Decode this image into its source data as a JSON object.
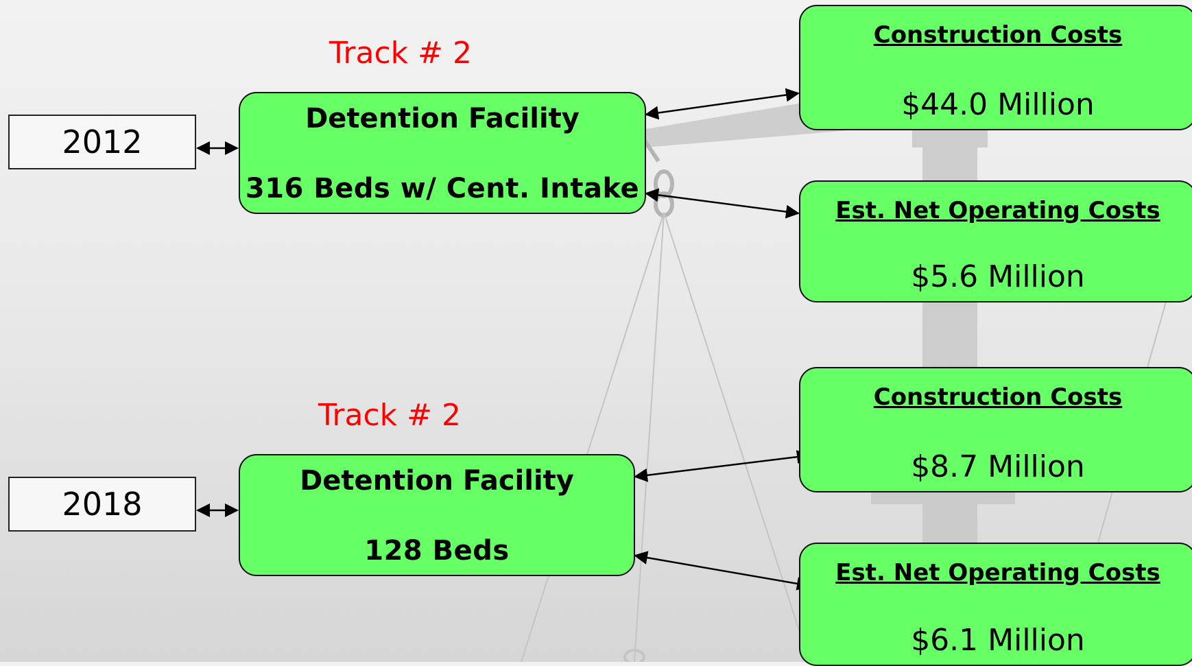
{
  "tracks": [
    {
      "year": "2012",
      "track_label": "Track # 2",
      "facility": {
        "title": "Detention Facility",
        "detail": "316 Beds w/ Cent. Intake"
      },
      "construction": {
        "title": "Construction Costs",
        "value": "$44.0 Million"
      },
      "operating": {
        "title": "Est. Net Operating Costs",
        "value": "$5.6 Million"
      }
    },
    {
      "year": "2018",
      "track_label": "Track # 2",
      "facility": {
        "title": "Detention Facility",
        "detail": "128 Beds"
      },
      "construction": {
        "title": "Construction Costs",
        "value": "$8.7 Million"
      },
      "operating": {
        "title": "Est. Net Operating Costs",
        "value": "$6.1 Million"
      }
    }
  ],
  "colors": {
    "box_fill": "#66ff66",
    "track_label": "#ff0000",
    "arrow": "#000000"
  },
  "background_image": "scale-of-justice-watermark"
}
